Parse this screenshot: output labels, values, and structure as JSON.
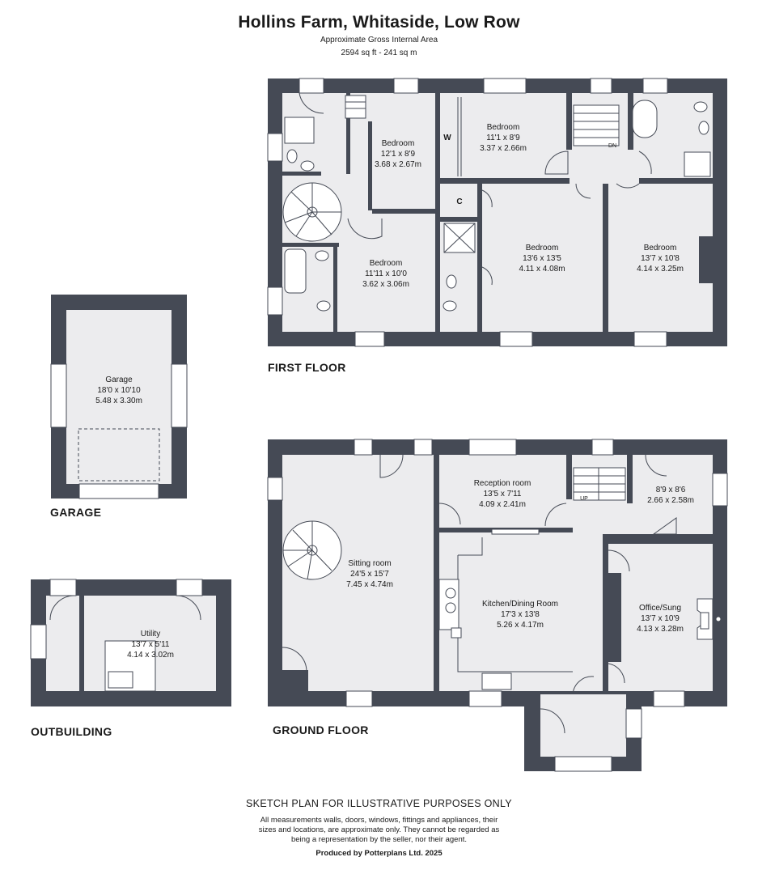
{
  "header": {
    "title": "Hollins Farm, Whitaside, Low Row",
    "subtitle": "Approximate Gross Internal Area",
    "area": "2594 sq ft - 241 sq m"
  },
  "floors": {
    "first": "FIRST FLOOR",
    "ground": "GROUND FLOOR",
    "garage": "GARAGE",
    "outbuilding": "OUTBUILDING"
  },
  "rooms": {
    "ff_bed1": {
      "name": "Bedroom",
      "imperial": "12'1 x 8'9",
      "metric": "3.68 x 2.67m"
    },
    "ff_bed2": {
      "name": "Bedroom",
      "imperial": "11'1 x 8'9",
      "metric": "3.37 x 2.66m"
    },
    "ff_bed3": {
      "name": "Bedroom",
      "imperial": "13'6 x 13'5",
      "metric": "4.11 x 4.08m"
    },
    "ff_bed4": {
      "name": "Bedroom",
      "imperial": "13'7 x 10'8",
      "metric": "4.14 x 3.25m"
    },
    "ff_bed5": {
      "name": "Bedroom",
      "imperial": "11'11 x 10'0",
      "metric": "3.62 x 3.06m"
    },
    "garage": {
      "name": "Garage",
      "imperial": "18'0 x 10'10",
      "metric": "5.48 x 3.30m"
    },
    "utility": {
      "name": "Utility",
      "imperial": "13'7 x 5'11",
      "metric": "4.14 x 3.02m"
    },
    "sitting": {
      "name": "Sitting room",
      "imperial": "24'5 x 15'7",
      "metric": "7.45 x 4.74m"
    },
    "reception": {
      "name": "Reception room",
      "imperial": "13'5 x 7'11",
      "metric": "4.09 x 2.41m"
    },
    "small": {
      "name": "",
      "imperial": "8'9 x 8'6",
      "metric": "2.66 x 2.58m"
    },
    "kitchen": {
      "name": "Kitchen/Dining Room",
      "imperial": "17'3 x 13'8",
      "metric": "5.26 x 4.17m"
    },
    "office": {
      "name": "Office/Sung",
      "imperial": "13'7 x 10'9",
      "metric": "4.13 x 3.28m"
    }
  },
  "labels": {
    "wardrobe": "W",
    "cupboard": "C",
    "stairs_dn": "DN",
    "stairs_up": "UP"
  },
  "footer": {
    "line1": "SKETCH PLAN FOR ILLUSTRATIVE PURPOSES ONLY",
    "line2": "All measurements walls, doors, windows, fittings and appliances, their",
    "line3": "sizes and locations, are approximate only. They cannot be regarded as",
    "line4": "being a representation by the seller, nor their agent.",
    "line5": "Produced by Potterplans Ltd. 2025"
  }
}
